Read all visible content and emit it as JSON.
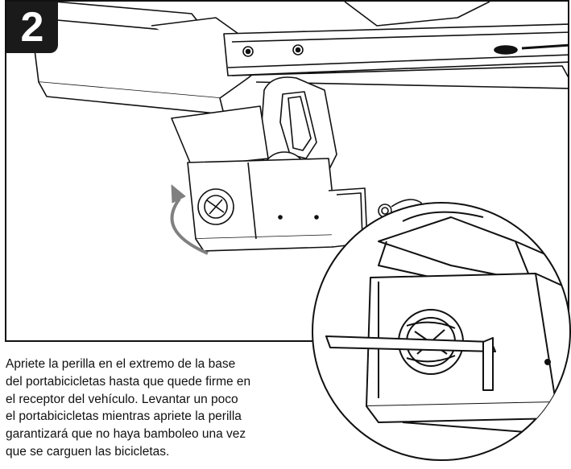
{
  "step": {
    "number": "2"
  },
  "caption": {
    "lines": [
      "Apriete la perilla en el extremo de la base",
      "del portabicicletas hasta que quede firme en",
      "el receptor del vehículo. Levantar un poco",
      "el portabicicletas mientras apriete la perilla",
      "garantizará que no haya bamboleo una vez",
      "que se carguen las bicicletas."
    ]
  },
  "colors": {
    "badge": "#1a1a1a",
    "arrow": "#808080",
    "line": "#111111"
  },
  "icons": {
    "rotation": "curved-arrow-icon",
    "tool": "hex-key-icon"
  }
}
